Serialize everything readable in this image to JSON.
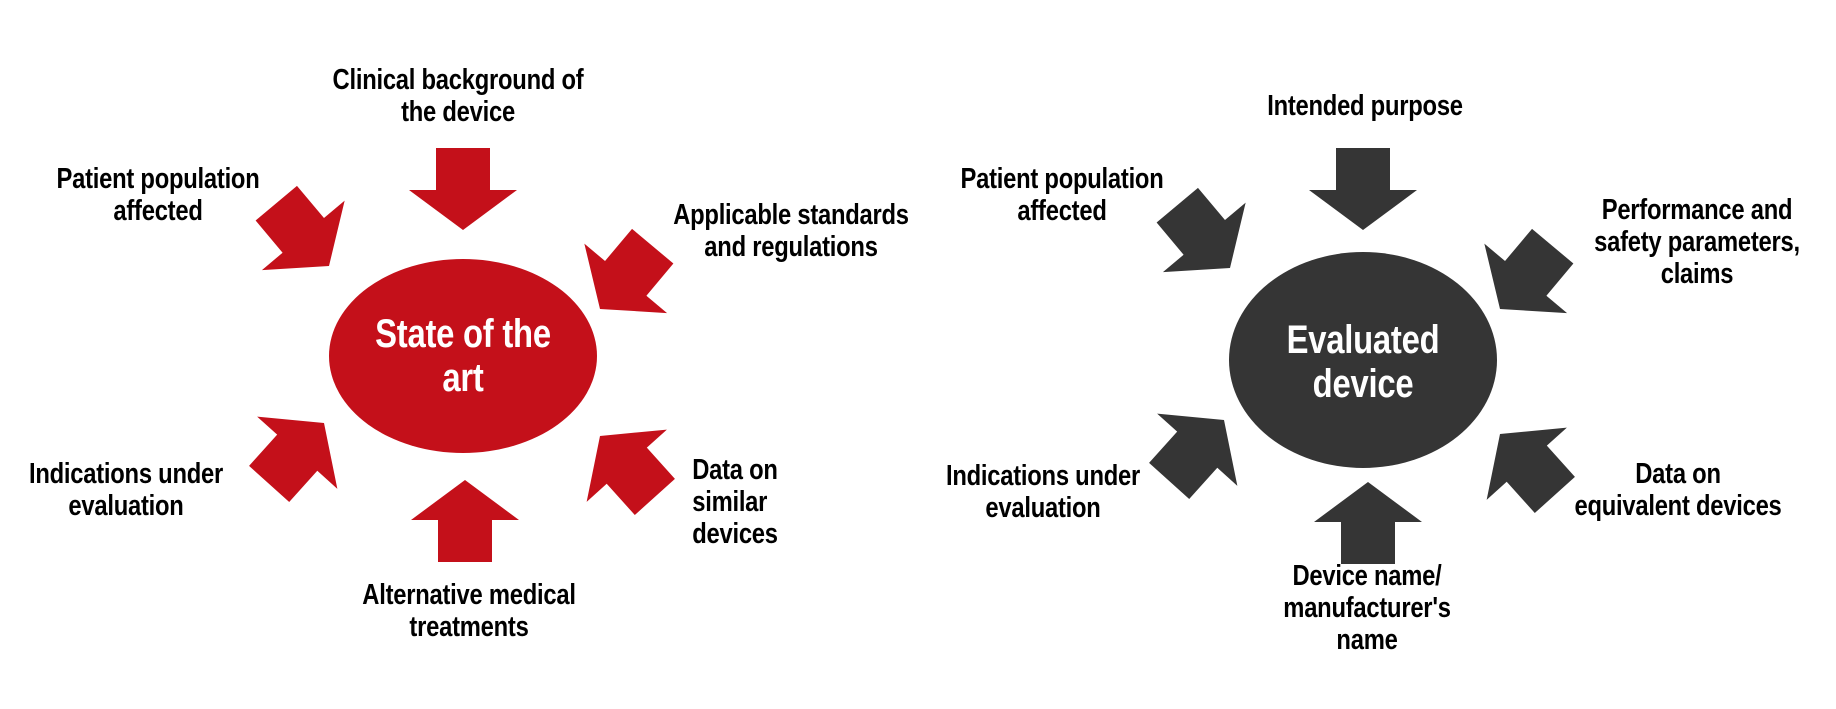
{
  "colors": {
    "state_of_art": "#c4101a",
    "evaluated_device": "#353535",
    "label_text": "#000000",
    "center_text": "#ffffff"
  },
  "left_diagram": {
    "center": [
      "State of the",
      "art"
    ],
    "labels": {
      "top": [
        "Clinical background of",
        "the device"
      ],
      "top_left": [
        "Patient population",
        "affected"
      ],
      "top_right": [
        "Applicable standards",
        "and regulations"
      ],
      "bottom_left": [
        "Indications under",
        "evaluation"
      ],
      "bottom_right": [
        "Data on",
        "similar",
        "devices"
      ],
      "bottom": [
        "Alternative medical",
        "treatments"
      ]
    }
  },
  "right_diagram": {
    "center": [
      "Evaluated",
      "device"
    ],
    "labels": {
      "top": [
        "Intended purpose"
      ],
      "top_left": [
        "Patient population",
        "affected"
      ],
      "top_right": [
        "Performance and",
        "safety parameters,",
        "claims"
      ],
      "bottom_left": [
        "Indications under",
        "evaluation"
      ],
      "bottom_right": [
        "Data on",
        "equivalent devices"
      ],
      "bottom": [
        "Device name/",
        "manufacturer's",
        "name"
      ]
    }
  }
}
